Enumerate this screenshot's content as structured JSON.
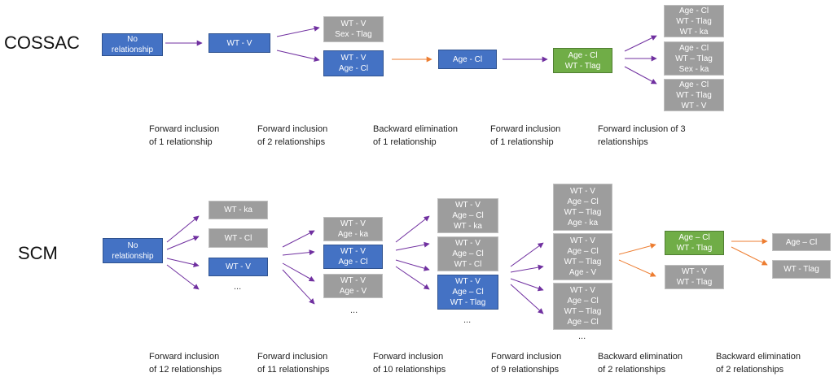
{
  "colors": {
    "gray": "#9d9d9d",
    "blue": "#4472c4",
    "green": "#70ad47",
    "arrow_purple": "#7030a0",
    "arrow_orange": "#ed7d31"
  },
  "cossac": {
    "label": "COSSAC",
    "no_rel": [
      "No",
      "relationship"
    ],
    "wt_v": [
      "WT - V"
    ],
    "step2_a": [
      "WT - V",
      "Sex - Tlag"
    ],
    "step2_b": [
      "WT - V",
      "Age - Cl"
    ],
    "age_cl": [
      "Age - Cl"
    ],
    "green": [
      "Age - Cl",
      "WT - Tlag"
    ],
    "step5_a": [
      "Age - Cl",
      "WT - Tlag",
      "WT - ka"
    ],
    "step5_b": [
      "Age - Cl",
      "WT – Tlag",
      "Sex - ka"
    ],
    "step5_c": [
      "Age - Cl",
      "WT - Tlag",
      "WT - V"
    ],
    "captions": [
      [
        "Forward inclusion",
        "of 1 relationship"
      ],
      [
        "Forward inclusion",
        "of 2 relationships"
      ],
      [
        "Backward elimination",
        "of 1 relationship"
      ],
      [
        "Forward inclusion",
        "of 1 relationship"
      ],
      [
        "Forward inclusion of 3",
        "relationships"
      ]
    ]
  },
  "scm": {
    "label": "SCM",
    "no_rel": [
      "No",
      "relationship"
    ],
    "col1": [
      [
        "WT - ka"
      ],
      [
        "WT - Cl"
      ],
      [
        "WT - V"
      ]
    ],
    "col2": [
      [
        "WT - V",
        "Age - ka"
      ],
      [
        "WT - V",
        "Age - Cl"
      ],
      [
        "WT - V",
        "Age - V"
      ]
    ],
    "col3": [
      [
        "WT - V",
        "Age – Cl",
        "WT - ka"
      ],
      [
        "WT - V",
        "Age – Cl",
        "WT - Cl"
      ],
      [
        "WT - V",
        "Age – Cl",
        "WT - Tlag"
      ]
    ],
    "col4": [
      [
        "WT - V",
        "Age – Cl",
        "WT – Tlag",
        "Age - ka"
      ],
      [
        "WT - V",
        "Age – Cl",
        "WT – Tlag",
        "Age - V"
      ],
      [
        "WT - V",
        "Age – Cl",
        "WT – Tlag",
        "Age – Cl"
      ]
    ],
    "green": [
      "Age – Cl",
      "WT - Tlag"
    ],
    "gray5": [
      "WT - V",
      "WT - Tlag"
    ],
    "last1": [
      "Age – Cl"
    ],
    "last2": [
      "WT - Tlag"
    ],
    "ellipsis": "...",
    "captions": [
      [
        "Forward inclusion",
        "of 12 relationships"
      ],
      [
        "Forward inclusion",
        "of 11 relationships"
      ],
      [
        "Forward inclusion",
        "of 10 relationships"
      ],
      [
        "Forward inclusion",
        "of 9 relationships"
      ],
      [
        "Backward elimination",
        "of 2 relationships"
      ],
      [
        "Backward elimination",
        "of 2 relationships"
      ]
    ]
  }
}
